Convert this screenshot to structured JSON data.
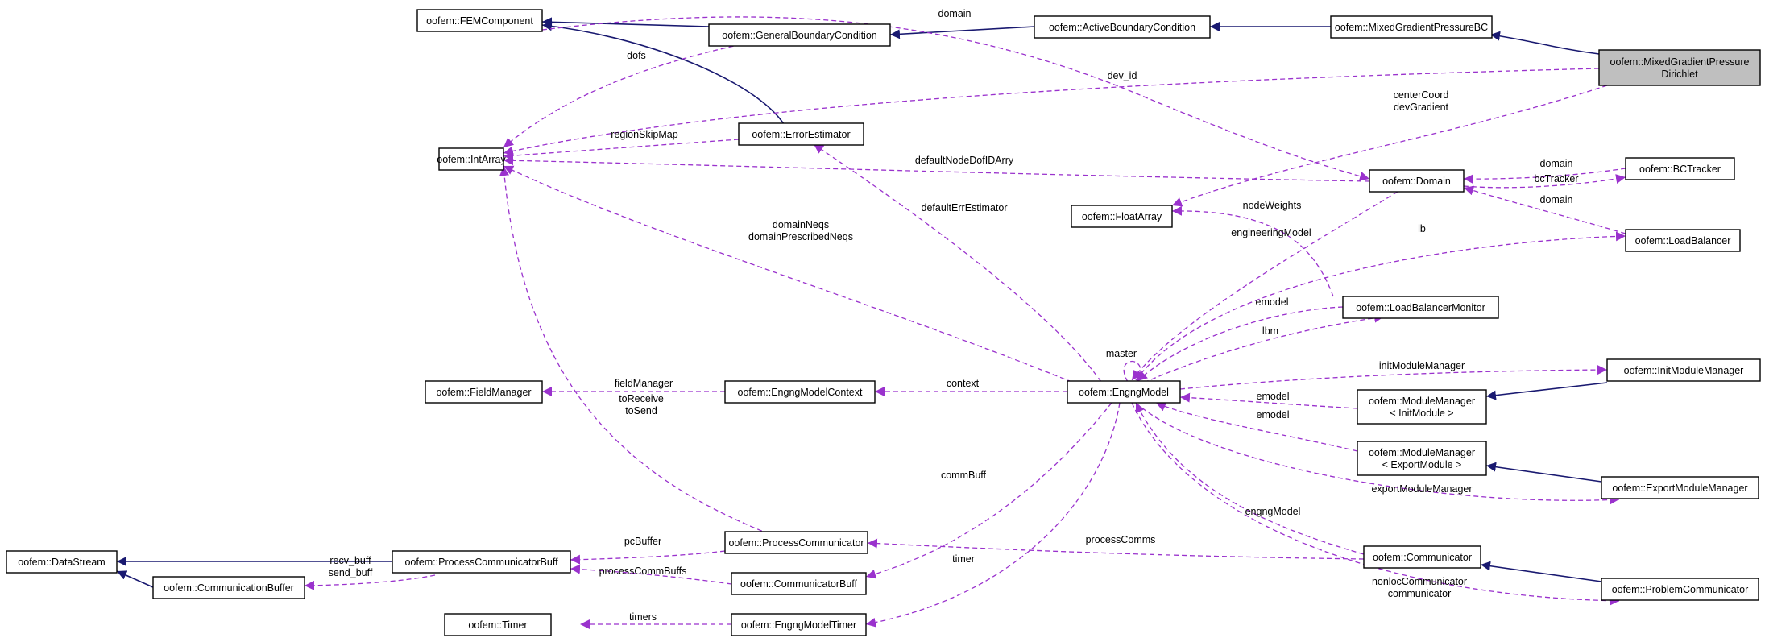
{
  "diagram": {
    "nodes": {
      "mgpd": [
        "oofem::MixedGradientPressure",
        "Dirichlet"
      ],
      "mgpbc": [
        "oofem::MixedGradientPressureBC"
      ],
      "abc": [
        "oofem::ActiveBoundaryCondition"
      ],
      "gbc": [
        "oofem::GeneralBoundaryCondition"
      ],
      "femc": [
        "oofem::FEMComponent"
      ],
      "intarray": [
        "oofem::IntArray"
      ],
      "errest": [
        "oofem::ErrorEstimator"
      ],
      "domain": [
        "oofem::Domain"
      ],
      "bctracker": [
        "oofem::BCTracker"
      ],
      "floatarray": [
        "oofem::FloatArray"
      ],
      "loadbal": [
        "oofem::LoadBalancer"
      ],
      "lbmon": [
        "oofem::LoadBalancerMonitor"
      ],
      "initmm": [
        "oofem::InitModuleManager"
      ],
      "mminit": [
        "oofem::ModuleManager",
        "< InitModule >"
      ],
      "fieldmgr": [
        "oofem::FieldManager"
      ],
      "emctx": [
        "oofem::EngngModelContext"
      ],
      "engng": [
        "oofem::EngngModel"
      ],
      "mmexp": [
        "oofem::ModuleManager",
        "< ExportModule >"
      ],
      "expmm": [
        "oofem::ExportModuleManager"
      ],
      "datastream": [
        "oofem::DataStream"
      ],
      "pcbuff": [
        "oofem::ProcessCommunicatorBuff"
      ],
      "proccomm": [
        "oofem::ProcessCommunicator"
      ],
      "comm": [
        "oofem::Communicator"
      ],
      "commbuf": [
        "oofem::CommunicationBuffer"
      ],
      "commbuff2": [
        "oofem::CommunicatorBuff"
      ],
      "probcomm": [
        "oofem::ProblemCommunicator"
      ],
      "timer": [
        "oofem::Timer"
      ],
      "emtimer": [
        "oofem::EngngModelTimer"
      ]
    },
    "edge_labels": {
      "domain_femc": [
        "domain"
      ],
      "dofs": [
        "dofs"
      ],
      "dev_id": [
        "dev_id"
      ],
      "centercoord": [
        "centerCoord",
        "devGradient"
      ],
      "regionskipmap": [
        "regionSkipMap"
      ],
      "defaultnodedof": [
        "defaultNodeDofIDArry"
      ],
      "bct_domain": [
        "domain"
      ],
      "bctracker": [
        "bcTracker"
      ],
      "lb_domain": [
        "domain"
      ],
      "defaulterrest": [
        "defaultErrEstimator"
      ],
      "domainneqs": [
        "domainNeqs",
        "domainPrescribedNeqs"
      ],
      "nodeweights": [
        "nodeWeights"
      ],
      "engmodel": [
        "engineeringModel"
      ],
      "lb": [
        "lb"
      ],
      "lbm_emodel": [
        "emodel"
      ],
      "lbm": [
        "lbm"
      ],
      "master": [
        "master"
      ],
      "initmm": [
        "initModuleManager"
      ],
      "mmi_emodel": [
        "emodel"
      ],
      "mme_emodel": [
        "emodel"
      ],
      "fieldmgr": [
        "fieldManager"
      ],
      "context": [
        "context"
      ],
      "torecv": [
        "toReceive",
        "toSend"
      ],
      "expmm": [
        "exportModuleManager"
      ],
      "commbuff": [
        "commBuff"
      ],
      "engngmodel": [
        "engngModel"
      ],
      "pcbuffer": [
        "pcBuffer"
      ],
      "processcomms": [
        "processComms"
      ],
      "recvbuff": [
        "recv_buff",
        "send_buff"
      ],
      "proccommbuffs": [
        "processCommBuffs"
      ],
      "timer": [
        "timer"
      ],
      "nonloc": [
        "nonlocCommunicator",
        "communicator"
      ],
      "timers": [
        "timers"
      ]
    }
  }
}
